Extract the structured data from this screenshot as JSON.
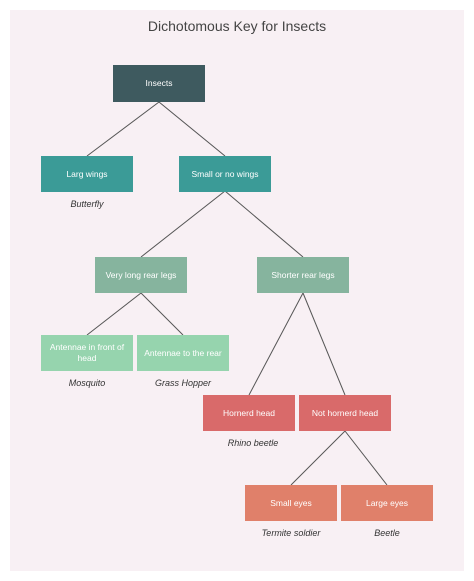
{
  "title": "Dichotomous Key for Insects",
  "colors": {
    "background": "#f8f0f4",
    "edge": "#555555",
    "root": "#3e5a5f",
    "level1": "#3b9b97",
    "level2": "#86b49e",
    "level3": "#96d4ae",
    "level4": "#d96a6a",
    "level5": "#e0806a"
  },
  "nodes": {
    "insects": "Insects",
    "large_wings": "Larg wings",
    "small_wings": "Small or no wings",
    "long_legs": "Very long rear legs",
    "shorter_legs": "Shorter rear legs",
    "antennae_front": "Antennae in front of head",
    "antennae_rear": "Antennae to the rear",
    "horned": "Hornerd head",
    "not_horned": "Not hornerd head",
    "small_eyes": "Small eyes",
    "large_eyes": "Large eyes"
  },
  "captions": {
    "butterfly": "Butterfly",
    "mosquito": "Mosquito",
    "grasshopper": "Grass Hopper",
    "rhino": "Rhino beetle",
    "termite": "Termite soldier",
    "beetle": "Beetle"
  }
}
